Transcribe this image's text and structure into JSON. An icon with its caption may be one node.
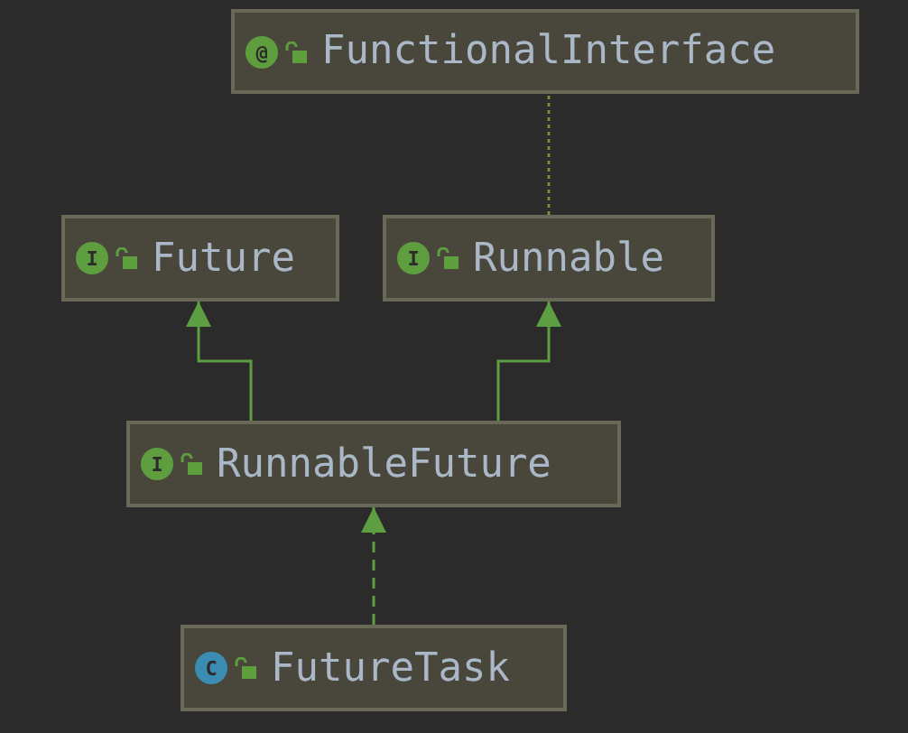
{
  "diagram": {
    "nodes": [
      {
        "text": [
          "@",
          "FunctionalInterface"
        ]
      },
      {
        "text": [
          "I",
          "Future"
        ]
      },
      {
        "text": [
          "I",
          "Runnable"
        ]
      },
      {
        "text": [
          "I",
          "RunnableFuture"
        ]
      },
      {
        "text": [
          "C",
          "FutureTask"
        ]
      }
    ],
    "edges": [
      {
        "from": 2,
        "to": 0,
        "arrow": "none",
        "style": "dashed",
        "color": "#8a8a2c"
      },
      {
        "from": 3,
        "to": 1,
        "arrow": "to"
      },
      {
        "from": 3,
        "to": 2,
        "arrow": "to"
      },
      {
        "from": 4,
        "to": 3,
        "arrow": "to",
        "style": "dashed"
      }
    ]
  }
}
